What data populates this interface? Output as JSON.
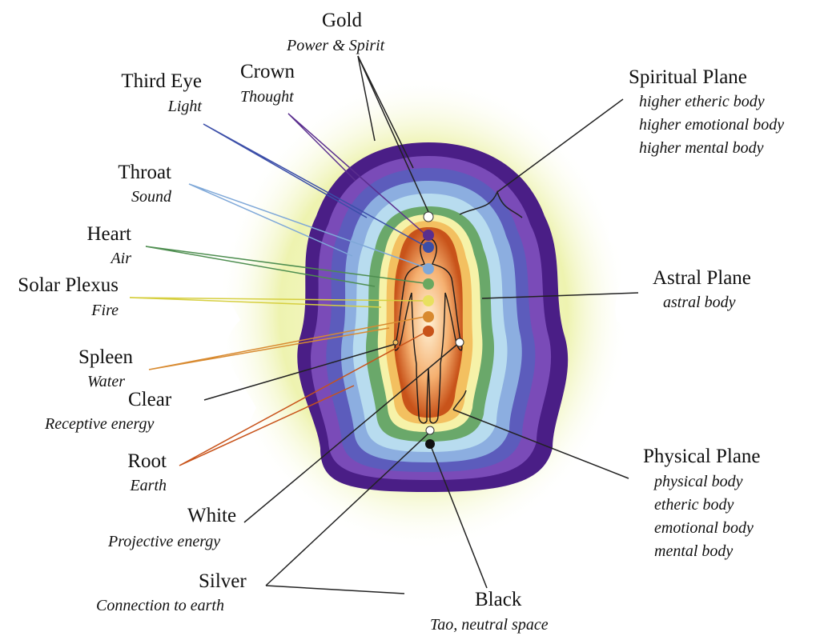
{
  "labels": {
    "gold": {
      "title": "Gold",
      "sub": "Power & Spirit"
    },
    "crown": {
      "title": "Crown",
      "sub": "Thought"
    },
    "third_eye": {
      "title": "Third Eye",
      "sub": "Light"
    },
    "throat": {
      "title": "Throat",
      "sub": "Sound"
    },
    "heart": {
      "title": "Heart",
      "sub": "Air"
    },
    "solar_plexus": {
      "title": "Solar Plexus",
      "sub": "Fire"
    },
    "spleen": {
      "title": "Spleen",
      "sub": "Water"
    },
    "clear": {
      "title": "Clear",
      "sub": "Receptive energy"
    },
    "root": {
      "title": "Root",
      "sub": "Earth"
    },
    "white": {
      "title": "White",
      "sub": "Projective energy"
    },
    "silver": {
      "title": "Silver",
      "sub": "Connection to earth"
    },
    "black": {
      "title": "Black",
      "sub": "Tao, neutral space"
    },
    "spiritual_plane": {
      "title": "Spiritual Plane",
      "items": [
        "higher etheric body",
        "higher emotional body",
        "higher mental body"
      ]
    },
    "astral_plane": {
      "title": "Astral Plane",
      "items": [
        "astral body"
      ]
    },
    "physical_plane": {
      "title": "Physical Plane",
      "items": [
        "physical body",
        "etheric body",
        "emotional body",
        "mental body"
      ]
    }
  },
  "colors": {
    "aura_layers": [
      "#4a1e86",
      "#6b39a8",
      "#5b5cb8",
      "#7f9ed6",
      "#a8cfe8",
      "#6daa6a",
      "#f5f0a0",
      "#f5c060",
      "#e07a30",
      "#c8531a"
    ],
    "chakras": [
      "#ffffff",
      "#5a2e8e",
      "#3b4ea8",
      "#7fa8d8",
      "#6aa860",
      "#e8e060",
      "#d88a30",
      "#c8531a",
      "#ffffff",
      "#111111"
    ],
    "glow": "#f2f5b8"
  }
}
